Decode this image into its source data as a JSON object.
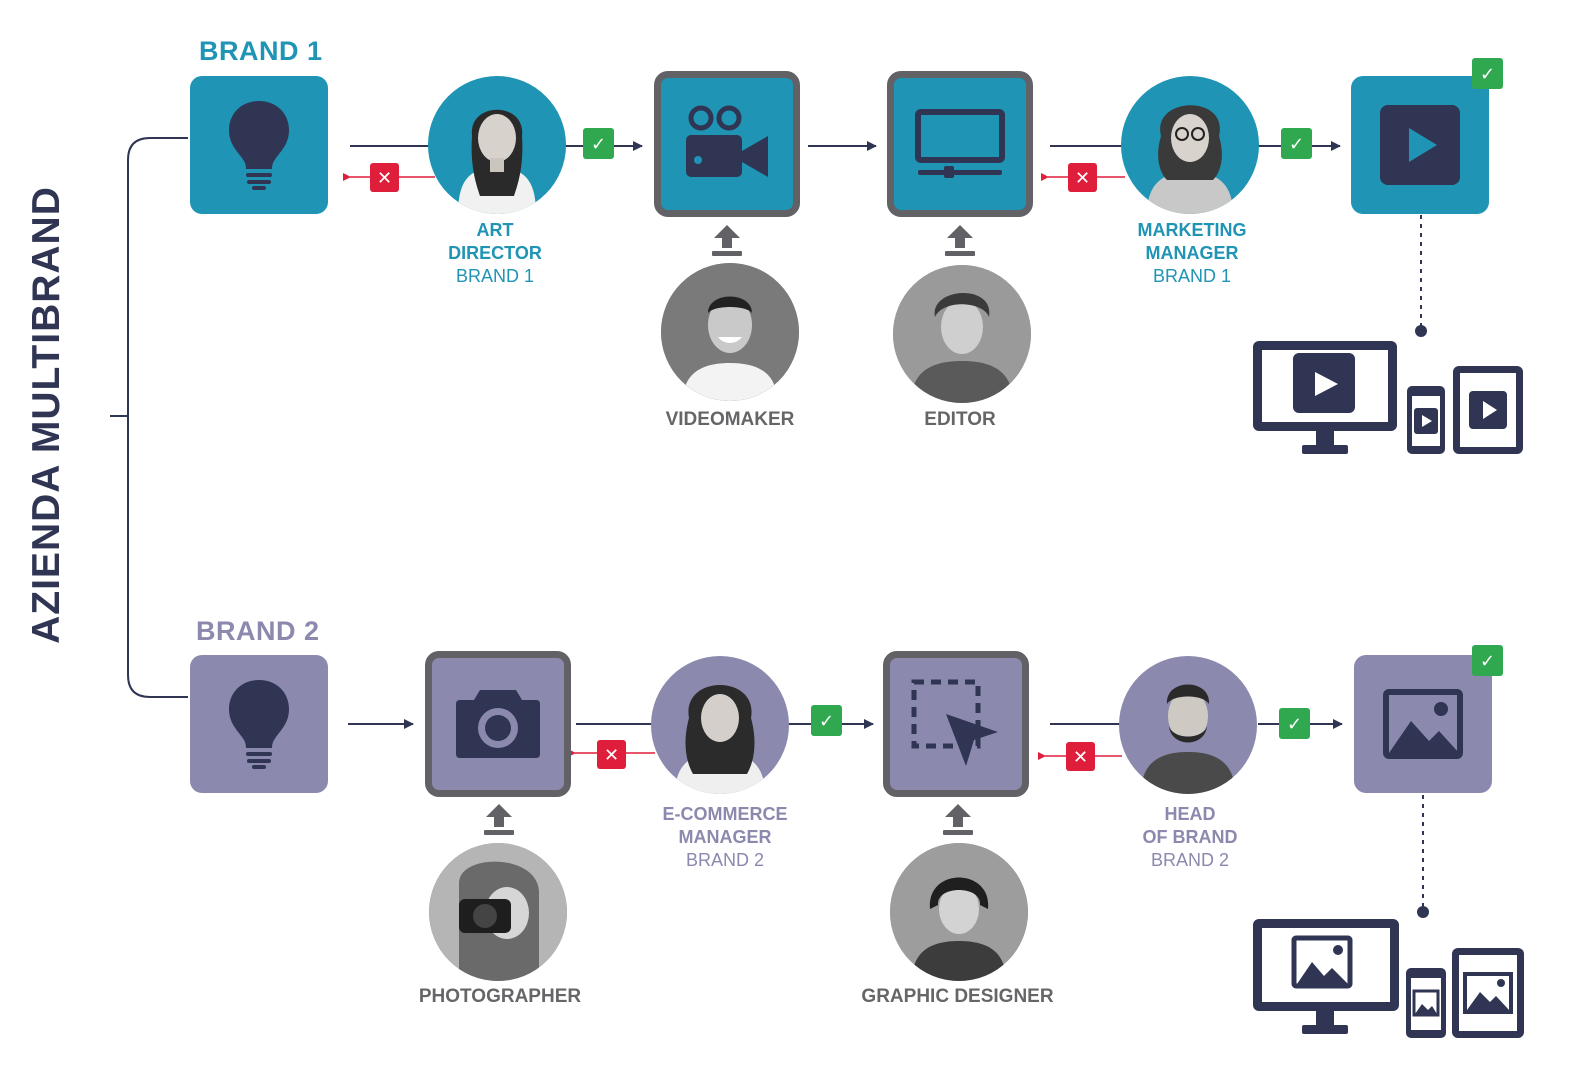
{
  "title": "AZIENDA MULTIBRAND",
  "colors": {
    "brand1": "#1f94b5",
    "brand2": "#8b89ad",
    "navy": "#2f3553",
    "frame_gray": "#626166",
    "approve_green": "#2fa84f",
    "reject_red": "#df1e3c",
    "label_gray": "#666669"
  },
  "brand1": {
    "name": "BRAND 1",
    "steps": [
      {
        "icon": "lightbulb-icon"
      },
      {
        "role": {
          "line1": "ART",
          "line2": "DIRECTOR",
          "sub": "BRAND 1"
        },
        "icon": "person-photo"
      },
      {
        "icon": "video-camera-icon",
        "contributor": "VIDEOMAKER"
      },
      {
        "icon": "monitor-icon",
        "contributor": "EDITOR"
      },
      {
        "role": {
          "line1": "MARKETING",
          "line2": "MANAGER",
          "sub": "BRAND 1"
        },
        "icon": "person-photo"
      },
      {
        "icon": "play-icon",
        "output": "video-on-devices"
      }
    ]
  },
  "brand2": {
    "name": "BRAND 2",
    "steps": [
      {
        "icon": "lightbulb-icon"
      },
      {
        "icon": "camera-icon",
        "contributor": "PHOTOGRAPHER"
      },
      {
        "role": {
          "line1": "E-COMMERCE",
          "line2": "MANAGER",
          "sub": "BRAND 2"
        },
        "icon": "person-photo"
      },
      {
        "icon": "selection-cursor-icon",
        "contributor": "GRAPHIC DESIGNER"
      },
      {
        "role": {
          "line1": "HEAD",
          "line2": "OF BRAND",
          "sub": "BRAND 2"
        },
        "icon": "person-photo"
      },
      {
        "icon": "image-icon",
        "output": "image-on-devices"
      }
    ]
  },
  "symbols": {
    "approve": "✓",
    "reject": "✕"
  }
}
